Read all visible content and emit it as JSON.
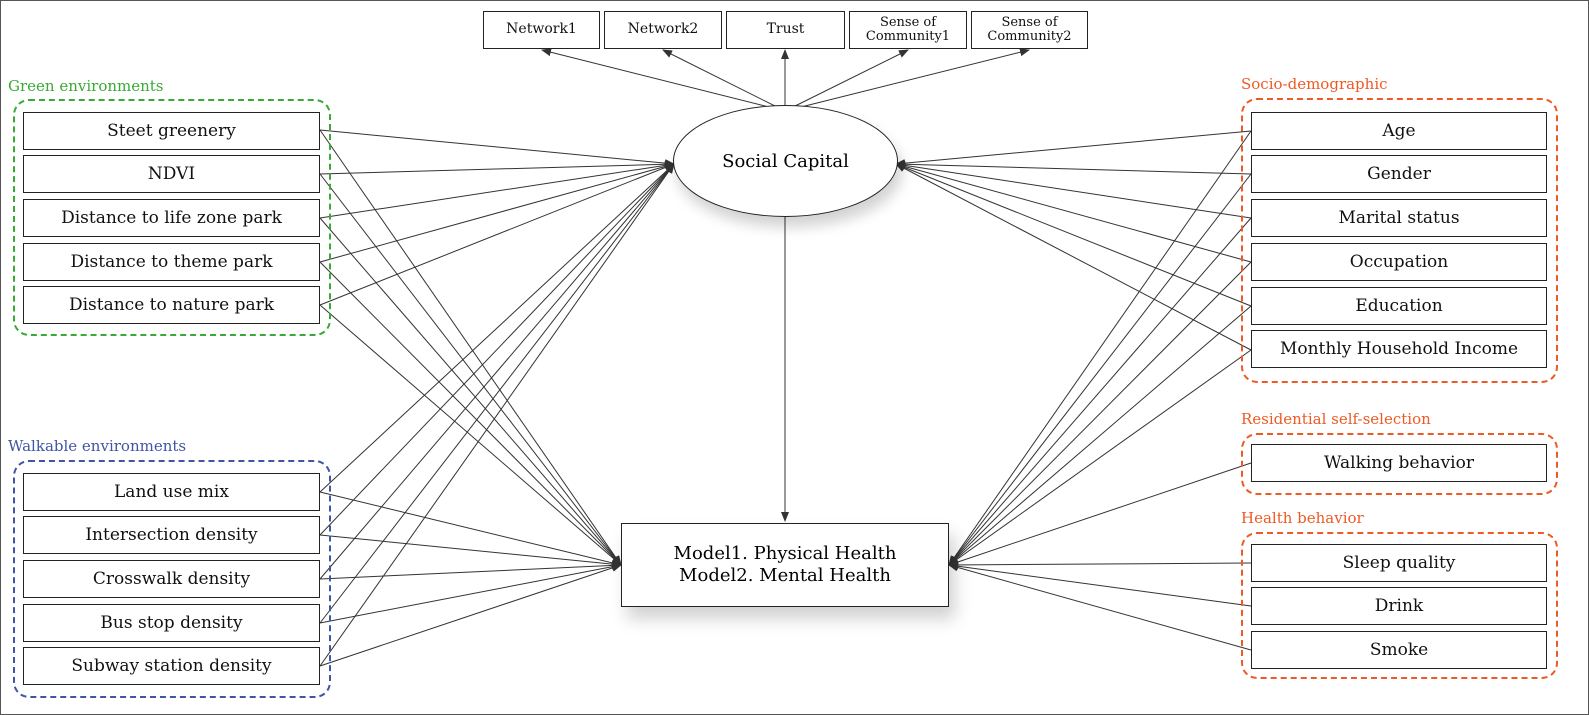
{
  "indicators": [
    "Network1",
    "Network2",
    "Trust",
    "Sense of Community1",
    "Sense of Community2"
  ],
  "mediator": "Social Capital",
  "outcome": {
    "line1": "Model1. Physical Health",
    "line2": "Model2. Mental Health"
  },
  "groups": {
    "green": {
      "label": "Green environments",
      "items": [
        "Steet greenery",
        "NDVI",
        "Distance to life zone park",
        "Distance to theme park",
        "Distance to nature park"
      ]
    },
    "walkable": {
      "label": "Walkable environments",
      "items": [
        "Land use mix",
        "Intersection density",
        "Crosswalk density",
        "Bus stop density",
        "Subway station density"
      ]
    },
    "socio": {
      "label": "Socio-demographic",
      "items": [
        "Age",
        "Gender",
        "Marital status",
        "Occupation",
        "Education",
        "Monthly Household Income"
      ]
    },
    "residential": {
      "label": "Residential self-selection",
      "items": [
        "Walking behavior"
      ]
    },
    "health": {
      "label": "Health behavior",
      "items": [
        "Sleep quality",
        "Drink",
        "Smoke"
      ]
    }
  },
  "colors": {
    "green": "#3aa935",
    "walkable": "#3f56a6",
    "socio": "#ee5a24",
    "residential": "#ee5a24",
    "health": "#ee5a24"
  }
}
